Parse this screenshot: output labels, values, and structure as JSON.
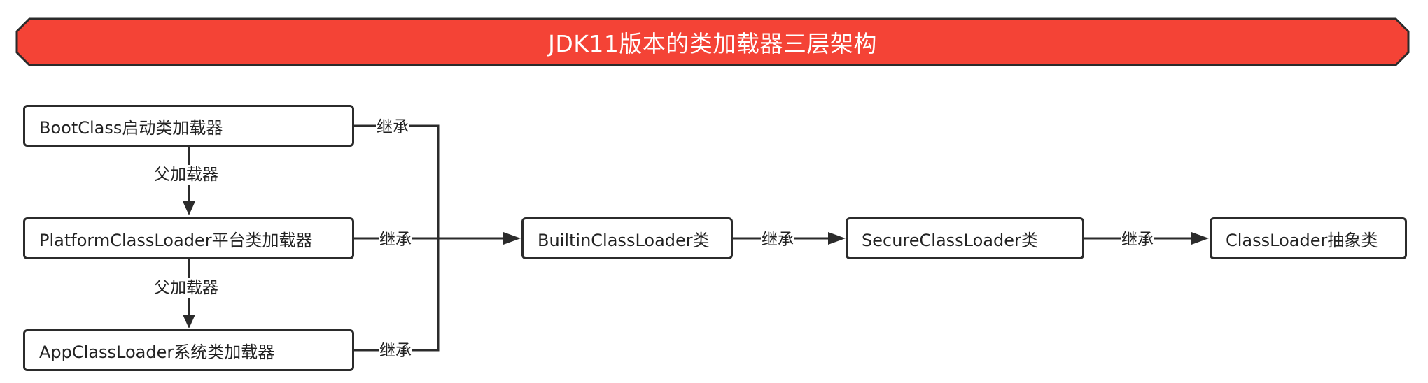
{
  "title": "JDK11版本的类加载器三层架构",
  "colors": {
    "banner_fill": "#f44336",
    "stroke": "#2b2b2b",
    "text": "#222222"
  },
  "nodes": {
    "boot": "BootClass启动类加载器",
    "platform": "PlatformClassLoader平台类加载器",
    "app": "AppClassLoader系统类加载器",
    "builtin": "BuiltinClassLoader类",
    "secure": "SecureClassLoader类",
    "classloader": "ClassLoader抽象类"
  },
  "edges": {
    "parent_loader": "父加载器",
    "inherits": "继承"
  }
}
